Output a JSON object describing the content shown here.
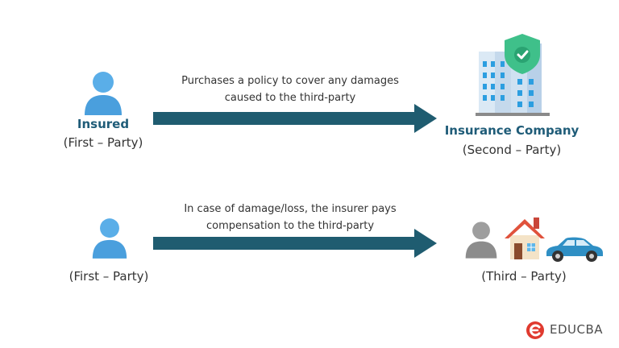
{
  "top_row": {
    "caption_line1": "Purchases a policy to cover any damages",
    "caption_line2": "caused to the third-party",
    "left_title": "Insured",
    "left_sub": "(First – Party)",
    "right_title": "Insurance Company",
    "right_sub": "(Second – Party)",
    "left_icon": "person-icon",
    "right_icon": "insurance-building-shield-icon"
  },
  "bottom_row": {
    "caption_line1": "In case of damage/loss, the insurer pays",
    "caption_line2": "compensation to the third-party",
    "left_sub": "(First – Party)",
    "right_sub": "(Third – Party)",
    "left_icon": "person-icon",
    "right_icons": [
      "person-gray-icon",
      "house-icon",
      "car-icon"
    ]
  },
  "brand": {
    "name": "EDUCBA"
  },
  "colors": {
    "arrow": "#1f5c70",
    "person": "#5aaee8",
    "title": "#1f5c78",
    "shield": "#3fc08a",
    "car": "#2f8fc4",
    "roof": "#e0523c",
    "brand_logo": "#e03a2f"
  }
}
